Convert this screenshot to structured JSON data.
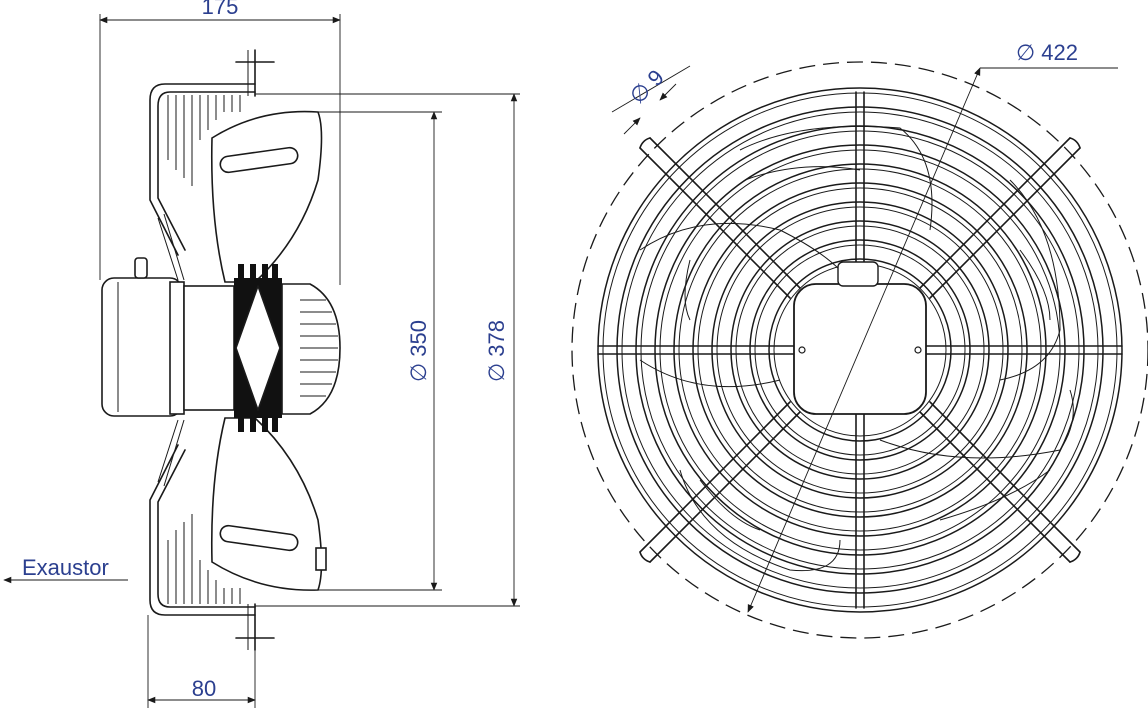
{
  "dimensions": {
    "overall_depth": "175",
    "mount_depth": "80",
    "blade_diameter": "∅ 350",
    "housing_diameter": "∅ 378",
    "hole_diameter": "∅ 9",
    "mounting_diameter": "∅ 422"
  },
  "airflow_label": "Exaustor",
  "colors": {
    "ink": "#1a1a1a",
    "dimension_text": "#2b3f8f"
  }
}
